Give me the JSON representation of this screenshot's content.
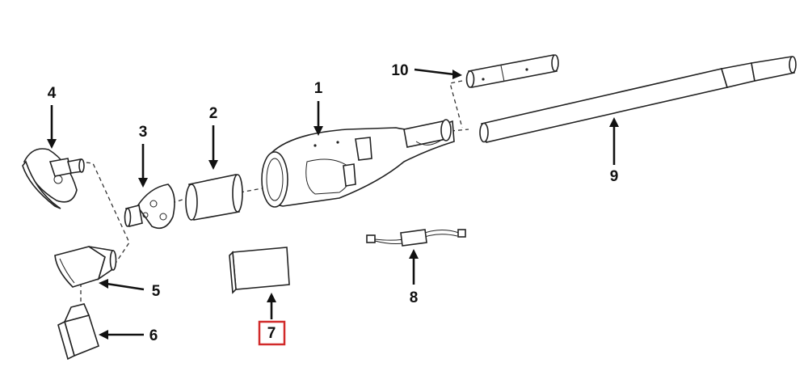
{
  "callouts": {
    "p1": "1",
    "p2": "2",
    "p3": "3",
    "p4": "4",
    "p5": "5",
    "p6": "6",
    "p7": "7",
    "p8": "8",
    "p9": "9",
    "p10": "10"
  },
  "highlighted_callout": "7",
  "colors": {
    "highlight": "#d12a2a",
    "ink": "#111111"
  }
}
